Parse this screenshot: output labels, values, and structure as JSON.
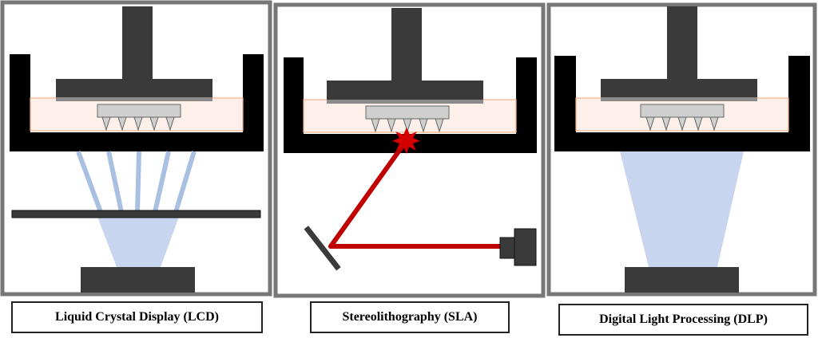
{
  "panels": [
    {
      "caption": "Liquid Crystal Display (LCD)"
    },
    {
      "caption": "Stereolithography (SLA)"
    },
    {
      "caption": "Digital Light Processing (DLP)"
    }
  ],
  "colors": {
    "frame": "#777777",
    "machine": "#3a3a3a",
    "resin": "#fdf0ea",
    "resin_border": "#f2b089",
    "light_blue": "#c7d6ee",
    "ray_blue": "#a9c0e2",
    "laser": "#c00000",
    "tip": "#cfcfcf"
  },
  "icons": [
    "build-platform-icon",
    "resin-vat-icon",
    "light-source-icon",
    "mirror-icon",
    "laser-icon"
  ]
}
